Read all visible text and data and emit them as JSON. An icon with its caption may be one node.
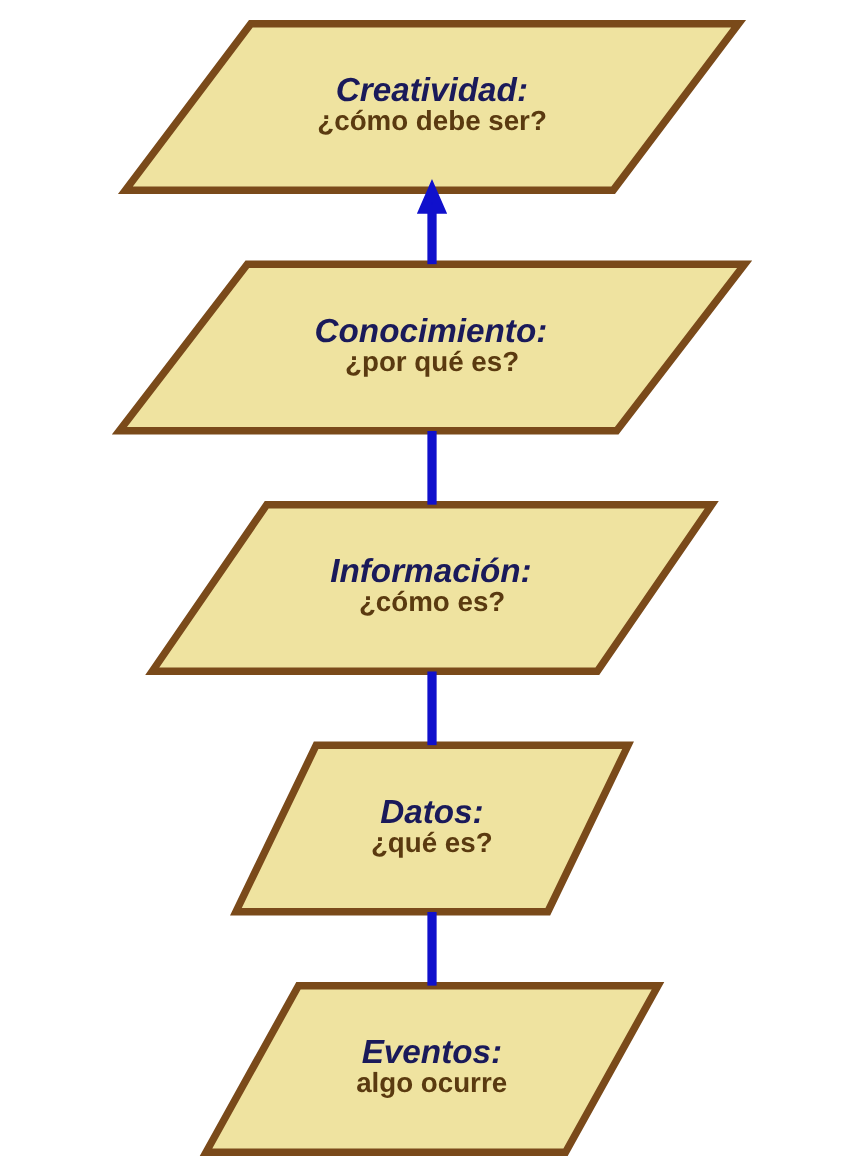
{
  "diagram": {
    "nodes": [
      {
        "text": [
          "Creatividad:",
          "¿cómo debe ser?"
        ]
      },
      {
        "text": [
          "Conocimiento:",
          "¿por qué es?"
        ]
      },
      {
        "text": [
          "Información:",
          "¿cómo es?"
        ]
      },
      {
        "text": [
          "Datos:",
          "¿qué es?"
        ]
      },
      {
        "text": [
          "Eventos:",
          "algo ocurre"
        ]
      }
    ],
    "edges": [
      {
        "from": 4,
        "to": 3,
        "arrow": "none"
      },
      {
        "from": 3,
        "to": 2,
        "arrow": "none"
      },
      {
        "from": 2,
        "to": 1,
        "arrow": "none"
      },
      {
        "from": 1,
        "to": 0,
        "arrow": "to"
      }
    ]
  }
}
